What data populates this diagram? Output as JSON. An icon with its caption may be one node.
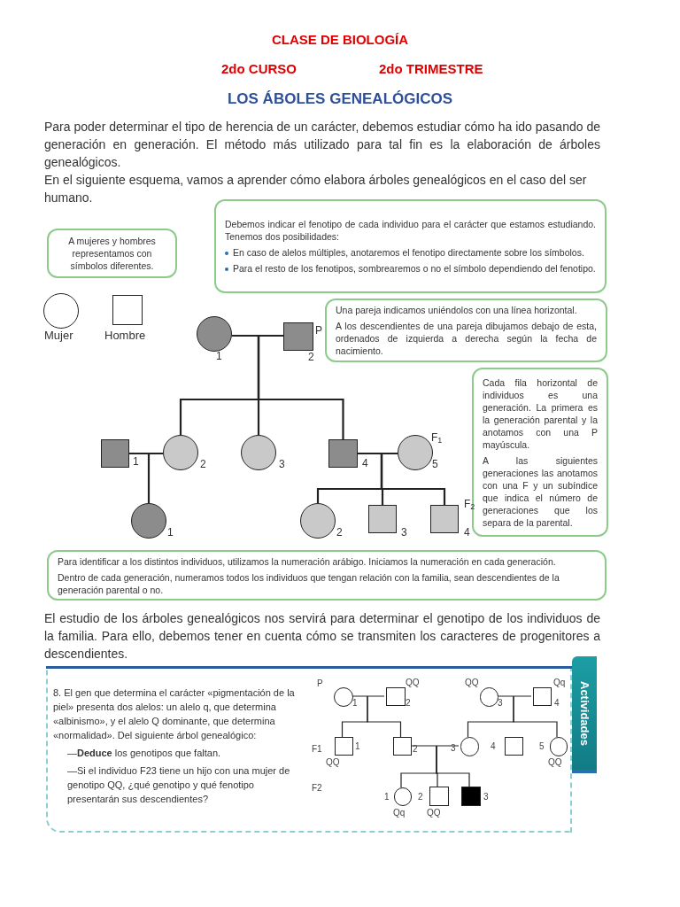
{
  "diagram": {
    "title": "LOS ÁBOLES GENEALÓGICOS",
    "nodes": [
      {
        "text": [
          "A mujeres y hombres representamos con símbolos diferentes."
        ]
      },
      {
        "text": [
          "Debemos indicar el fenotipo de cada individuo para el carácter que estamos estudiando. Tenemos dos posibilidades:",
          "En caso de alelos múltiples, anotaremos el fenotipo directamente sobre los símbolos.",
          "Para el resto de los fenotipos, sombrearemos o no el símbolo dependiendo del fenotipo."
        ]
      },
      {
        "text": [],
        "shape": "circle",
        "beside": [
          "Mujer"
        ]
      },
      {
        "text": [],
        "shape": "box",
        "beside": [
          "Hombre"
        ]
      },
      {
        "text": [
          "Una pareja indicamos uniéndolos con una línea horizontal.",
          "A los descendientes de una pareja dibujamos debajo de esta, ordenados de izquierda a derecha según la fecha de nacimiento."
        ]
      },
      {
        "text": [
          "Cada fila horizontal de individuos es una generación. La primera es la generación parental y la anotamos con una P mayúscula.",
          "A las siguientes generaciones las anotamos con una F y un subíndice que indica el número de generaciones que los separa de la parental."
        ]
      },
      {
        "text": [
          "Para identificar a los distintos individuos, utilizamos la numeración arábigo. Iniciamos la numeración en cada generación.",
          "Dentro de cada generación, numeramos todos los individuos que tengan relación con la familia, sean descendientes de la generación parental o no."
        ]
      },
      {
        "text": [],
        "shape": "circle",
        "beside": [
          "1"
        ]
      },
      {
        "text": [],
        "shape": "box",
        "beside": [
          "P",
          "2"
        ]
      },
      {
        "text": [],
        "shape": "box",
        "beside": [
          "1"
        ]
      },
      {
        "text": [],
        "shape": "circle",
        "beside": [
          "2"
        ]
      },
      {
        "text": [],
        "shape": "circle",
        "beside": [
          "3"
        ]
      },
      {
        "text": [],
        "shape": "box",
        "beside": [
          "4"
        ]
      },
      {
        "text": [],
        "shape": "circle",
        "beside": [
          "F$_{1}$",
          "5"
        ]
      },
      {
        "text": [],
        "shape": "circle",
        "beside": [
          "1"
        ]
      },
      {
        "text": [],
        "shape": "circle",
        "beside": [
          "2"
        ]
      },
      {
        "text": [],
        "shape": "box",
        "beside": [
          "3"
        ]
      },
      {
        "text": [],
        "shape": "box",
        "beside": [
          "F$_{2}$",
          "4"
        ]
      },
      {
        "text": [
          "8. El gen que determina el carácter «pigmentación de la piel» presenta dos alelos: un alelo q, que determina «albinismo», y el alelo Q dominante, que determina «normalidad». Del siguiente árbol genealógico:",
          "—**Deduce** los genotipos que faltan.",
          "—Si el individuo F23 tiene un hijo con una mujer de genotipo QQ, ¿qué genotipo y qué fenotipo presentarán sus descendientes?"
        ]
      },
      {
        "text": [
          "Actividades"
        ]
      },
      {
        "text": [],
        "shape": "circle",
        "in": 18,
        "beside": [
          "1"
        ]
      },
      {
        "text": [],
        "shape": "box",
        "in": 18,
        "beside": [
          "QQ",
          "2"
        ]
      },
      {
        "text": [],
        "shape": "circle",
        "in": 18,
        "beside": [
          "QQ",
          "3"
        ]
      },
      {
        "text": [],
        "shape": "box",
        "in": 18,
        "beside": [
          "Qq",
          "4"
        ]
      },
      {
        "text": [],
        "shape": "box",
        "in": 18,
        "beside": [
          "1",
          "QQ"
        ]
      },
      {
        "text": [],
        "shape": "box",
        "in": 18,
        "beside": [
          "2"
        ]
      },
      {
        "text": [],
        "shape": "circle",
        "in": 18,
        "beside": [
          "3"
        ]
      },
      {
        "text": [],
        "shape": "box",
        "in": 18,
        "beside": [
          "4"
        ]
      },
      {
        "text": [],
        "shape": "circle",
        "in": 18,
        "beside": [
          "5",
          "QQ"
        ]
      },
      {
        "text": [],
        "shape": "circle",
        "in": 18,
        "beside": [
          "1",
          "Qq"
        ]
      },
      {
        "text": [],
        "shape": "box",
        "in": 18,
        "beside": [
          "2",
          "QQ"
        ]
      },
      {
        "text": [],
        "shape": "box",
        "in": 18,
        "beside": [
          "3"
        ]
      }
    ],
    "edges": [
      {
        "from": 7,
        "to": 8,
        "arrow": "none"
      },
      {
        "from": null,
        "to": 10,
        "arrow": "none"
      },
      {
        "from": null,
        "to": 11,
        "arrow": "none"
      },
      {
        "from": null,
        "to": 12,
        "arrow": "none"
      },
      {
        "from": 9,
        "to": 10,
        "arrow": "none"
      },
      {
        "from": null,
        "to": 14,
        "arrow": "none"
      },
      {
        "from": 12,
        "to": 13,
        "arrow": "none"
      },
      {
        "from": null,
        "to": 15,
        "arrow": "none"
      },
      {
        "from": null,
        "to": 16,
        "arrow": "none"
      },
      {
        "from": null,
        "to": 17,
        "arrow": "none"
      },
      {
        "from": 20,
        "to": 21,
        "arrow": "none"
      },
      {
        "from": null,
        "to": 24,
        "arrow": "none"
      },
      {
        "from": null,
        "to": 25,
        "arrow": "none"
      },
      {
        "from": 22,
        "to": 23,
        "arrow": "none"
      },
      {
        "from": null,
        "to": 26,
        "arrow": "none"
      },
      {
        "from": null,
        "to": 28,
        "arrow": "none"
      },
      {
        "from": 25,
        "to": 26,
        "arrow": "none"
      },
      {
        "from": null,
        "to": 29,
        "arrow": "none"
      },
      {
        "from": null,
        "to": 30,
        "arrow": "none"
      },
      {
        "from": null,
        "to": 31,
        "arrow": "none"
      }
    ],
    "labels": [
      "CLASE DE BIOLOGÍA",
      "2do CURSO",
      "2do TRIMESTRE",
      "Para poder determinar el tipo de herencia de un carácter, debemos estudiar cómo ha ido pasando de generación en generación. El método más utilizado para tal fin es la elaboración de árboles genealógicos.",
      "En el siguiente esquema, vamos a aprender cómo elabora árboles genealógicos en el caso del ser humano.",
      "El estudio de los árboles genealógicos nos servirá para determinar el genotipo de los individuos de la familia. Para ello, debemos tener en cuenta cómo se transmiten los caracteres de progenitores a descendientes.",
      "P",
      "F1",
      "F2"
    ]
  }
}
